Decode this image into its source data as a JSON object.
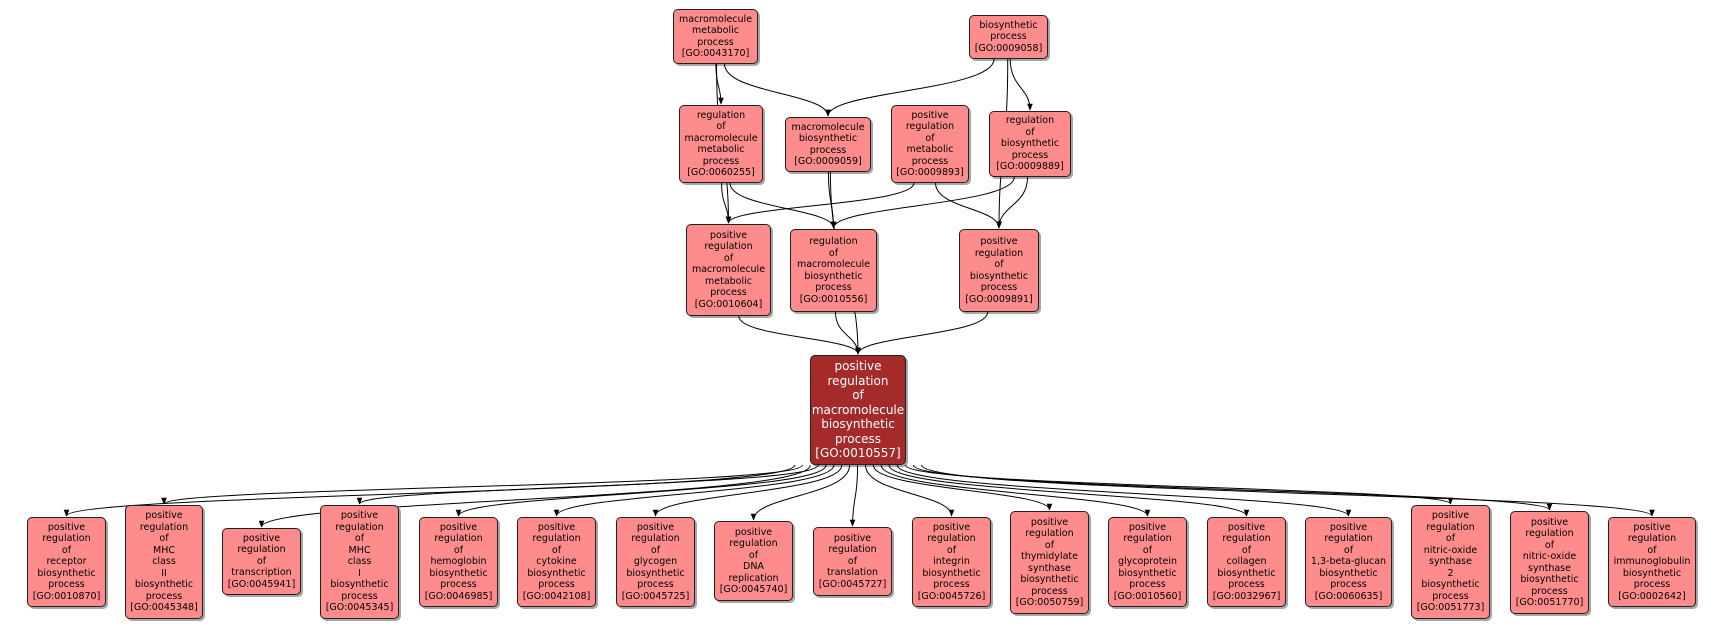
{
  "nodes": {
    "n0": {
      "lines": [
        "macromolecule",
        "metabolic",
        "process",
        "[GO:0043170]"
      ]
    },
    "n1": {
      "lines": [
        "biosynthetic",
        "process",
        "[GO:0009058]"
      ]
    },
    "n2": {
      "lines": [
        "regulation",
        "of",
        "macromolecule",
        "metabolic",
        "process",
        "[GO:0060255]"
      ]
    },
    "n3": {
      "lines": [
        "macromolecule",
        "biosynthetic",
        "process",
        "[GO:0009059]"
      ]
    },
    "n4": {
      "lines": [
        "positive",
        "regulation",
        "of",
        "metabolic",
        "process",
        "[GO:0009893]"
      ]
    },
    "n5": {
      "lines": [
        "regulation",
        "of",
        "biosynthetic",
        "process",
        "[GO:0009889]"
      ]
    },
    "n6": {
      "lines": [
        "positive",
        "regulation",
        "of",
        "macromolecule",
        "metabolic",
        "process",
        "[GO:0010604]"
      ]
    },
    "n7": {
      "lines": [
        "regulation",
        "of",
        "macromolecule",
        "biosynthetic",
        "process",
        "[GO:0010556]"
      ]
    },
    "n8": {
      "lines": [
        "positive",
        "regulation",
        "of",
        "biosynthetic",
        "process",
        "[GO:0009891]"
      ]
    },
    "focus": {
      "lines": [
        "positive",
        "regulation",
        "of",
        "macromolecule",
        "biosynthetic",
        "process",
        "[GO:0010557]"
      ]
    },
    "c0": {
      "lines": [
        "positive",
        "regulation",
        "of",
        "receptor",
        "biosynthetic",
        "process",
        "[GO:0010870]"
      ]
    },
    "c1": {
      "lines": [
        "positive",
        "regulation",
        "of",
        "MHC",
        "class",
        "II",
        "biosynthetic",
        "process",
        "[GO:0045348]"
      ]
    },
    "c2": {
      "lines": [
        "positive",
        "regulation",
        "of",
        "transcription",
        "[GO:0045941]"
      ]
    },
    "c3": {
      "lines": [
        "positive",
        "regulation",
        "of",
        "MHC",
        "class",
        "I",
        "biosynthetic",
        "process",
        "[GO:0045345]"
      ]
    },
    "c4": {
      "lines": [
        "positive",
        "regulation",
        "of",
        "hemoglobin",
        "biosynthetic",
        "process",
        "[GO:0046985]"
      ]
    },
    "c5": {
      "lines": [
        "positive",
        "regulation",
        "of",
        "cytokine",
        "biosynthetic",
        "process",
        "[GO:0042108]"
      ]
    },
    "c6": {
      "lines": [
        "positive",
        "regulation",
        "of",
        "glycogen",
        "biosynthetic",
        "process",
        "[GO:0045725]"
      ]
    },
    "c7": {
      "lines": [
        "positive",
        "regulation",
        "of",
        "DNA",
        "replication",
        "[GO:0045740]"
      ]
    },
    "c8": {
      "lines": [
        "positive",
        "regulation",
        "of",
        "translation",
        "[GO:0045727]"
      ]
    },
    "c9": {
      "lines": [
        "positive",
        "regulation",
        "of",
        "integrin",
        "biosynthetic",
        "process",
        "[GO:0045726]"
      ]
    },
    "c10": {
      "lines": [
        "positive",
        "regulation",
        "of",
        "thymidylate",
        "synthase",
        "biosynthetic",
        "process",
        "[GO:0050759]"
      ]
    },
    "c11": {
      "lines": [
        "positive",
        "regulation",
        "of",
        "glycoprotein",
        "biosynthetic",
        "process",
        "[GO:0010560]"
      ]
    },
    "c12": {
      "lines": [
        "positive",
        "regulation",
        "of",
        "collagen",
        "biosynthetic",
        "process",
        "[GO:0032967]"
      ]
    },
    "c13": {
      "lines": [
        "positive",
        "regulation",
        "of",
        "1,3-beta-glucan",
        "biosynthetic",
        "process",
        "[GO:0060635]"
      ]
    },
    "c14": {
      "lines": [
        "positive",
        "regulation",
        "of",
        "nitric-oxide",
        "synthase",
        "2",
        "biosynthetic",
        "process",
        "[GO:0051773]"
      ]
    },
    "c15": {
      "lines": [
        "positive",
        "regulation",
        "of",
        "nitric-oxide",
        "synthase",
        "biosynthetic",
        "process",
        "[GO:0051770]"
      ]
    },
    "c16": {
      "lines": [
        "positive",
        "regulation",
        "of",
        "immunoglobulin",
        "biosynthetic",
        "process",
        "[GO:0002642]"
      ]
    }
  },
  "edges": [
    [
      "n0",
      "n2"
    ],
    [
      "n0",
      "n3"
    ],
    [
      "n0",
      "n6"
    ],
    [
      "n1",
      "n3"
    ],
    [
      "n1",
      "n5"
    ],
    [
      "n1",
      "n8"
    ],
    [
      "n2",
      "n6"
    ],
    [
      "n2",
      "n7"
    ],
    [
      "n3",
      "n7"
    ],
    [
      "n3",
      "focus"
    ],
    [
      "n4",
      "n6"
    ],
    [
      "n4",
      "n8"
    ],
    [
      "n5",
      "n7"
    ],
    [
      "n5",
      "n8"
    ],
    [
      "n6",
      "focus"
    ],
    [
      "n7",
      "focus"
    ],
    [
      "n8",
      "focus"
    ],
    [
      "focus",
      "c0"
    ],
    [
      "focus",
      "c1"
    ],
    [
      "focus",
      "c2"
    ],
    [
      "focus",
      "c3"
    ],
    [
      "focus",
      "c4"
    ],
    [
      "focus",
      "c5"
    ],
    [
      "focus",
      "c6"
    ],
    [
      "focus",
      "c7"
    ],
    [
      "focus",
      "c8"
    ],
    [
      "focus",
      "c9"
    ],
    [
      "focus",
      "c10"
    ],
    [
      "focus",
      "c11"
    ],
    [
      "focus",
      "c12"
    ],
    [
      "focus",
      "c13"
    ],
    [
      "focus",
      "c14"
    ],
    [
      "focus",
      "c15"
    ],
    [
      "focus",
      "c16"
    ]
  ],
  "colors": {
    "node_fill": "#ff8c8c",
    "focus_fill": "#a52a2a",
    "edge": "#000000"
  }
}
